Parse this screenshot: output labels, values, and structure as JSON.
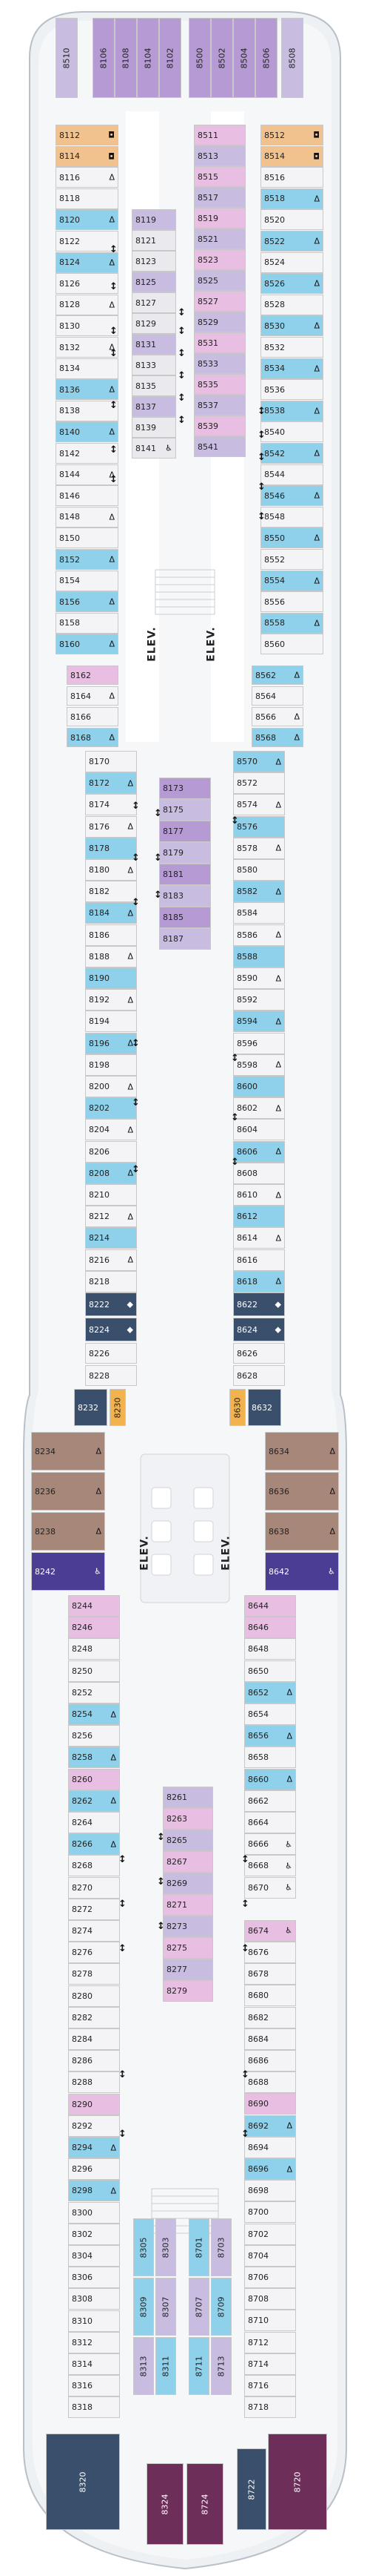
{
  "colors": {
    "deck": "#f1f3f5",
    "corridor": "#ffffff",
    "hull": "#e8ebef",
    "outline": "#b9c0c8",
    "inside": "#e9e9ee",
    "balcony": "#f4f4f6",
    "lavender": "#c8bde0",
    "purple": "#b59ad4",
    "pink": "#e8bfe3",
    "blue": "#8fd0ea",
    "orange": "#f2c28e",
    "grey_sq": "#e6e6ea",
    "suite_brown": "#a7877a",
    "suite_navy": "#3a4f6b",
    "suite_plum": "#6d2e59",
    "violet": "#4b3c94",
    "gold": "#f2b34e",
    "stair": "#cfd4da"
  },
  "elevator_label": "ELEV.",
  "symbols": {
    "sofa": "Δ",
    "accessible": "♿",
    "connecting": "↕",
    "bed": "◘",
    "diamond": "◆",
    "star": "✦"
  },
  "cabins": [
    {
      "n": "8510",
      "c": "lavender"
    },
    {
      "n": "8106",
      "c": "purple"
    },
    {
      "n": "8108",
      "c": "purple"
    },
    {
      "n": "8104",
      "c": "purple"
    },
    {
      "n": "8102",
      "c": "purple"
    },
    {
      "n": "8500",
      "c": "purple"
    },
    {
      "n": "8502",
      "c": "purple"
    },
    {
      "n": "8504",
      "c": "purple"
    },
    {
      "n": "8506",
      "c": "purple"
    },
    {
      "n": "8508",
      "c": "lavender"
    },
    {
      "n": "8112",
      "c": "orange"
    },
    {
      "n": "8114",
      "c": "orange"
    },
    {
      "n": "8116"
    },
    {
      "n": "8118"
    },
    {
      "n": "8120"
    },
    {
      "n": "8122"
    },
    {
      "n": "8124"
    },
    {
      "n": "8126"
    },
    {
      "n": "8128"
    },
    {
      "n": "8130"
    },
    {
      "n": "8132"
    },
    {
      "n": "8134"
    },
    {
      "n": "8136"
    },
    {
      "n": "8138"
    },
    {
      "n": "8140"
    },
    {
      "n": "8142"
    },
    {
      "n": "8144"
    },
    {
      "n": "8146"
    },
    {
      "n": "8148"
    },
    {
      "n": "8150"
    },
    {
      "n": "8152"
    },
    {
      "n": "8154"
    },
    {
      "n": "8156"
    },
    {
      "n": "8158"
    },
    {
      "n": "8160"
    },
    {
      "n": "8511"
    },
    {
      "n": "8513"
    },
    {
      "n": "8515"
    },
    {
      "n": "8517"
    },
    {
      "n": "8519"
    },
    {
      "n": "8521"
    },
    {
      "n": "8523"
    },
    {
      "n": "8525"
    },
    {
      "n": "8527"
    },
    {
      "n": "8529"
    },
    {
      "n": "8531"
    },
    {
      "n": "8533"
    },
    {
      "n": "8535"
    },
    {
      "n": "8537"
    },
    {
      "n": "8539"
    },
    {
      "n": "8541"
    },
    {
      "n": "8119"
    },
    {
      "n": "8121"
    },
    {
      "n": "8123"
    },
    {
      "n": "8125"
    },
    {
      "n": "8127"
    },
    {
      "n": "8129"
    },
    {
      "n": "8131"
    },
    {
      "n": "8133"
    },
    {
      "n": "8135"
    },
    {
      "n": "8137"
    },
    {
      "n": "8139"
    },
    {
      "n": "8141"
    },
    {
      "n": "8512"
    },
    {
      "n": "8514"
    },
    {
      "n": "8516"
    },
    {
      "n": "8518"
    },
    {
      "n": "8520"
    },
    {
      "n": "8522"
    },
    {
      "n": "8524"
    },
    {
      "n": "8526"
    },
    {
      "n": "8528"
    },
    {
      "n": "8530"
    },
    {
      "n": "8532"
    },
    {
      "n": "8534"
    },
    {
      "n": "8536"
    },
    {
      "n": "8538"
    },
    {
      "n": "8540"
    },
    {
      "n": "8542"
    },
    {
      "n": "8544"
    },
    {
      "n": "8546"
    },
    {
      "n": "8548"
    },
    {
      "n": "8550"
    },
    {
      "n": "8552"
    },
    {
      "n": "8554"
    },
    {
      "n": "8556"
    },
    {
      "n": "8558"
    },
    {
      "n": "8560"
    },
    {
      "n": "8162"
    },
    {
      "n": "8164"
    },
    {
      "n": "8166"
    },
    {
      "n": "8168"
    },
    {
      "n": "8562"
    },
    {
      "n": "8564"
    },
    {
      "n": "8566"
    },
    {
      "n": "8568"
    },
    {
      "n": "8170"
    },
    {
      "n": "8172"
    },
    {
      "n": "8174"
    },
    {
      "n": "8176"
    },
    {
      "n": "8178"
    },
    {
      "n": "8180"
    },
    {
      "n": "8182"
    },
    {
      "n": "8184"
    },
    {
      "n": "8186"
    },
    {
      "n": "8188"
    },
    {
      "n": "8190"
    },
    {
      "n": "8192"
    },
    {
      "n": "8194"
    },
    {
      "n": "8196"
    },
    {
      "n": "8198"
    },
    {
      "n": "8200"
    },
    {
      "n": "8202"
    },
    {
      "n": "8204"
    },
    {
      "n": "8206"
    },
    {
      "n": "8208"
    },
    {
      "n": "8210"
    },
    {
      "n": "8212"
    },
    {
      "n": "8214"
    },
    {
      "n": "8216"
    },
    {
      "n": "8218"
    },
    {
      "n": "8222"
    },
    {
      "n": "8224"
    },
    {
      "n": "8226"
    },
    {
      "n": "8228"
    },
    {
      "n": "8173"
    },
    {
      "n": "8175"
    },
    {
      "n": "8177"
    },
    {
      "n": "8179"
    },
    {
      "n": "8181"
    },
    {
      "n": "8183"
    },
    {
      "n": "8185"
    },
    {
      "n": "8187"
    },
    {
      "n": "8570"
    },
    {
      "n": "8572"
    },
    {
      "n": "8574"
    },
    {
      "n": "8576"
    },
    {
      "n": "8578"
    },
    {
      "n": "8580"
    },
    {
      "n": "8582"
    },
    {
      "n": "8584"
    },
    {
      "n": "8586"
    },
    {
      "n": "8588"
    },
    {
      "n": "8590"
    },
    {
      "n": "8592"
    },
    {
      "n": "8594"
    },
    {
      "n": "8596"
    },
    {
      "n": "8598"
    },
    {
      "n": "8600"
    },
    {
      "n": "8602"
    },
    {
      "n": "8604"
    },
    {
      "n": "8606"
    },
    {
      "n": "8608"
    },
    {
      "n": "8610"
    },
    {
      "n": "8612"
    },
    {
      "n": "8614"
    },
    {
      "n": "8616"
    },
    {
      "n": "8618"
    },
    {
      "n": "8622"
    },
    {
      "n": "8624"
    },
    {
      "n": "8626"
    },
    {
      "n": "8628"
    },
    {
      "n": "8232"
    },
    {
      "n": "8230"
    },
    {
      "n": "8630"
    },
    {
      "n": "8632"
    },
    {
      "n": "8234"
    },
    {
      "n": "8236"
    },
    {
      "n": "8238"
    },
    {
      "n": "8242"
    },
    {
      "n": "8634"
    },
    {
      "n": "8636"
    },
    {
      "n": "8638"
    },
    {
      "n": "8642"
    },
    {
      "n": "8244"
    },
    {
      "n": "8246"
    },
    {
      "n": "8248"
    },
    {
      "n": "8250"
    },
    {
      "n": "8252"
    },
    {
      "n": "8254"
    },
    {
      "n": "8256"
    },
    {
      "n": "8258"
    },
    {
      "n": "8260"
    },
    {
      "n": "8262"
    },
    {
      "n": "8264"
    },
    {
      "n": "8266"
    },
    {
      "n": "8268"
    },
    {
      "n": "8270"
    },
    {
      "n": "8272"
    },
    {
      "n": "8274"
    },
    {
      "n": "8276"
    },
    {
      "n": "8278"
    },
    {
      "n": "8280"
    },
    {
      "n": "8282"
    },
    {
      "n": "8284"
    },
    {
      "n": "8286"
    },
    {
      "n": "8288"
    },
    {
      "n": "8290"
    },
    {
      "n": "8292"
    },
    {
      "n": "8294"
    },
    {
      "n": "8296"
    },
    {
      "n": "8298"
    },
    {
      "n": "8300"
    },
    {
      "n": "8302"
    },
    {
      "n": "8304"
    },
    {
      "n": "8306"
    },
    {
      "n": "8308"
    },
    {
      "n": "8310"
    },
    {
      "n": "8312"
    },
    {
      "n": "8314"
    },
    {
      "n": "8316"
    },
    {
      "n": "8318"
    },
    {
      "n": "8261"
    },
    {
      "n": "8263"
    },
    {
      "n": "8265"
    },
    {
      "n": "8267"
    },
    {
      "n": "8269"
    },
    {
      "n": "8271"
    },
    {
      "n": "8273"
    },
    {
      "n": "8275"
    },
    {
      "n": "8277"
    },
    {
      "n": "8279"
    },
    {
      "n": "8644"
    },
    {
      "n": "8646"
    },
    {
      "n": "8648"
    },
    {
      "n": "8650"
    },
    {
      "n": "8652"
    },
    {
      "n": "8654"
    },
    {
      "n": "8656"
    },
    {
      "n": "8658"
    },
    {
      "n": "8660"
    },
    {
      "n": "8662"
    },
    {
      "n": "8664"
    },
    {
      "n": "8666"
    },
    {
      "n": "8668"
    },
    {
      "n": "8670"
    },
    {
      "n": "8674"
    },
    {
      "n": "8676"
    },
    {
      "n": "8678"
    },
    {
      "n": "8680"
    },
    {
      "n": "8682"
    },
    {
      "n": "8684"
    },
    {
      "n": "8686"
    },
    {
      "n": "8688"
    },
    {
      "n": "8690"
    },
    {
      "n": "8692"
    },
    {
      "n": "8694"
    },
    {
      "n": "8696"
    },
    {
      "n": "8698"
    },
    {
      "n": "8700"
    },
    {
      "n": "8702"
    },
    {
      "n": "8704"
    },
    {
      "n": "8706"
    },
    {
      "n": "8708"
    },
    {
      "n": "8710"
    },
    {
      "n": "8712"
    },
    {
      "n": "8714"
    },
    {
      "n": "8716"
    },
    {
      "n": "8718"
    },
    {
      "n": "8305"
    },
    {
      "n": "8303"
    },
    {
      "n": "8701"
    },
    {
      "n": "8703"
    },
    {
      "n": "8309"
    },
    {
      "n": "8307"
    },
    {
      "n": "8707"
    },
    {
      "n": "8709"
    },
    {
      "n": "8313"
    },
    {
      "n": "8311"
    },
    {
      "n": "8711"
    },
    {
      "n": "8713"
    },
    {
      "n": "8320"
    },
    {
      "n": "8324"
    },
    {
      "n": "8724"
    },
    {
      "n": "8722"
    },
    {
      "n": "8720"
    }
  ]
}
